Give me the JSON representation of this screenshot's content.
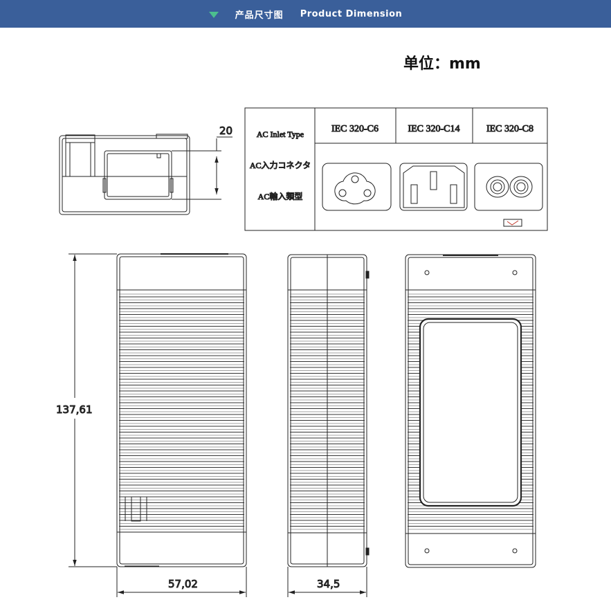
{
  "banner": {
    "title_zh": "产品尺寸图",
    "title_en": "Product Dimension",
    "background": "#3a5f9a",
    "arrow_color": "#4cbf8e"
  },
  "unit_label": "单位：mm",
  "dimensions": {
    "connector_depth": "20",
    "height": "137,61",
    "width": "57,02",
    "thickness": "34,5"
  },
  "inlet_table": {
    "row_labels": [
      "AC Inlet Type",
      "AC入力コネクタ",
      "AC輸入類型"
    ],
    "types": [
      "IEC 320-C6",
      "IEC 320-C14",
      "IEC 320-C8"
    ]
  },
  "icons": [
    "iec-c6-inlet-icon",
    "iec-c14-inlet-icon",
    "iec-c8-inlet-icon",
    "checkmark-icon"
  ]
}
